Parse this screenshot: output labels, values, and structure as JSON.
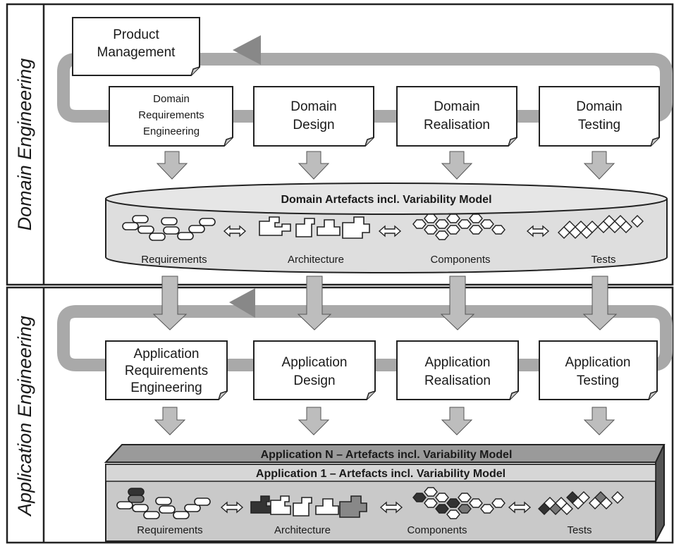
{
  "sections": {
    "domain": {
      "label": "Domain Engineering",
      "product_management": [
        "Product",
        "Management"
      ],
      "steps": [
        {
          "lines": [
            "Domain",
            "Requirements",
            "Engineering"
          ]
        },
        {
          "lines": [
            "Domain",
            "Design"
          ]
        },
        {
          "lines": [
            "Domain",
            "Realisation"
          ]
        },
        {
          "lines": [
            "Domain",
            "Testing"
          ]
        }
      ],
      "repository": {
        "title": "Domain Artefacts incl. Variability Model",
        "artefacts": [
          "Requirements",
          "Architecture",
          "Components",
          "Tests"
        ]
      }
    },
    "application": {
      "label": "Application Engineering",
      "steps": [
        {
          "lines": [
            "Application",
            "Requirements",
            "Engineering"
          ]
        },
        {
          "lines": [
            "Application",
            "Design"
          ]
        },
        {
          "lines": [
            "Application",
            "Realisation"
          ]
        },
        {
          "lines": [
            "Application",
            "Testing"
          ]
        }
      ],
      "repository": {
        "title_n": "Application N – Artefacts incl. Variability Model",
        "title_1": "Application 1 – Artefacts incl. Variability Model",
        "artefacts": [
          "Requirements",
          "Architecture",
          "Components",
          "Tests"
        ]
      }
    }
  },
  "colors": {
    "cycle_band": "#a9a9a9",
    "down_arrow": "#bdbdbd",
    "repository_fill": "#dedede",
    "app_front_fill": "#c9c9c9",
    "app_back_fill": "#9a9a9a",
    "app_side_fill": "#555555"
  }
}
